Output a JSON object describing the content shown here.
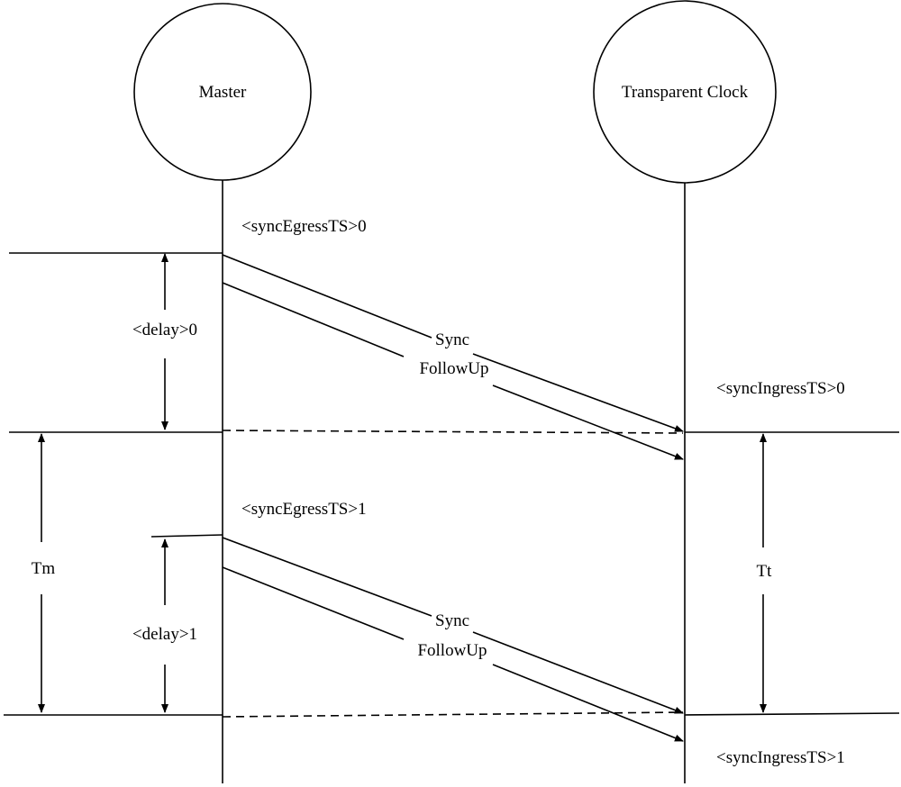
{
  "nodes": {
    "master": "Master",
    "transparent_clock": "Transparent Clock"
  },
  "labels": {
    "sync_egress_0": "<syncEgressTS>0",
    "sync_egress_1": "<syncEgressTS>1",
    "sync_ingress_0": "<syncIngressTS>0",
    "sync_ingress_1": "<syncIngressTS>1",
    "delay_0": "<delay>0",
    "delay_1": "<delay>1",
    "tm": "Tm",
    "tt": "Tt"
  },
  "messages": {
    "sync_0": "Sync",
    "followup_0": "FollowUp",
    "sync_1": "Sync",
    "followup_1": "FollowUp"
  }
}
